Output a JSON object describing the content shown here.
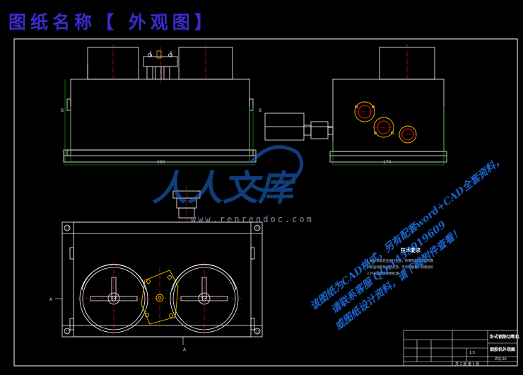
{
  "banner": {
    "title": "图纸名称【 外观图】"
  },
  "watermark": {
    "brand": "人人文库",
    "site": "www.renrendoc.com",
    "promo_lines": [
      "该图纸为CAD格式，另有配套word+CAD全套资料，",
      "请联系客服 QQ:1459919609",
      "或图纸设计资料，请下载附件查看！"
    ]
  },
  "technical_requirements": {
    "title": "技术要求",
    "lines": [
      "1.箱体装配后应进行检查，各零件连接牢固可靠",
      "2.各运动部件运转灵活，无卡滞现象，润滑良好",
      "3.外表面涂漆防锈处理"
    ]
  },
  "title_block": {
    "drawing_name": "卧式钢筋切断机",
    "part_name": "钢筋机外观图",
    "drawing_no": "ZDJ-00",
    "scale": "1:5",
    "sheet": "共 1 张 第 1 张"
  },
  "dimensions": {
    "front_width": "260",
    "side_width": "170"
  },
  "section_labels": {
    "a_left": "A",
    "a_bottom": "A",
    "b_left": "B",
    "b_right": "B"
  },
  "colors": {
    "background": "#000000",
    "line": "#ffffff",
    "center_line": "#ff2020",
    "dimension": "#20c020",
    "accent": "#f0c000",
    "watermark": "#1e6fe0"
  }
}
